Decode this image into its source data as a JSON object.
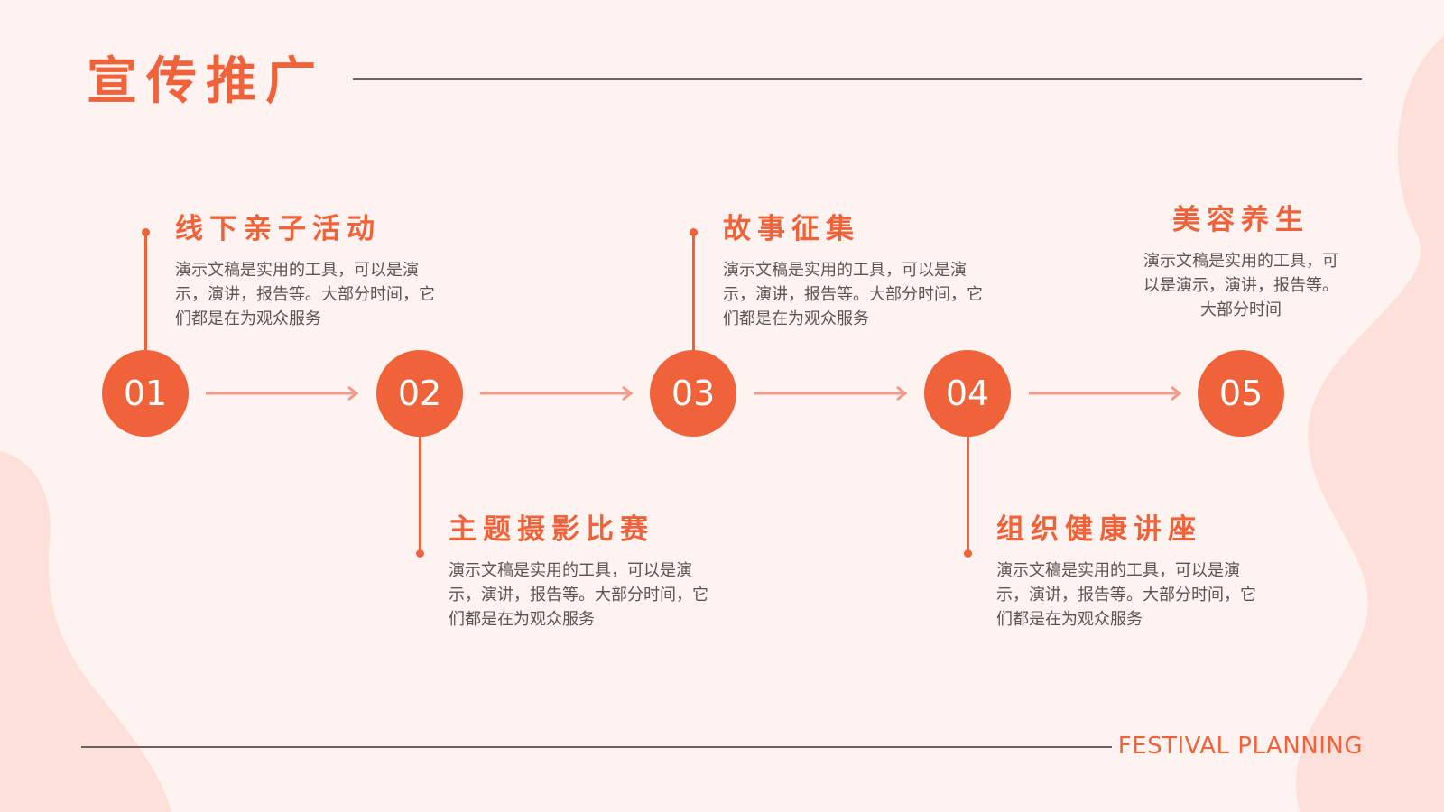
{
  "colors": {
    "accent": "#f0623a",
    "background": "#fff3f1",
    "blob": "#fde0d9",
    "arrow": "#f49a8a",
    "rule": "#6a6160",
    "body_text": "#5b5453"
  },
  "header": {
    "title": "宣传推广"
  },
  "steps": [
    {
      "number": "01",
      "title": "线下亲子活动",
      "desc": "演示文稿是实用的工具，可以是演示，演讲，报告等。大部分时间，它们都是在为观众服务"
    },
    {
      "number": "02",
      "title": "主题摄影比赛",
      "desc": "演示文稿是实用的工具，可以是演示，演讲，报告等。大部分时间，它们都是在为观众服务"
    },
    {
      "number": "03",
      "title": "故事征集",
      "desc": "演示文稿是实用的工具，可以是演示，演讲，报告等。大部分时间，它们都是在为观众服务"
    },
    {
      "number": "04",
      "title": "组织健康讲座",
      "desc": "演示文稿是实用的工具，可以是演示，演讲，报告等。大部分时间，它们都是在为观众服务"
    },
    {
      "number": "05",
      "title": "美容养生",
      "desc": "演示文稿是实用的工具，可以是演示，演讲，报告等。大部分时间"
    }
  ],
  "footer": {
    "text": "FESTIVAL PLANNING"
  }
}
